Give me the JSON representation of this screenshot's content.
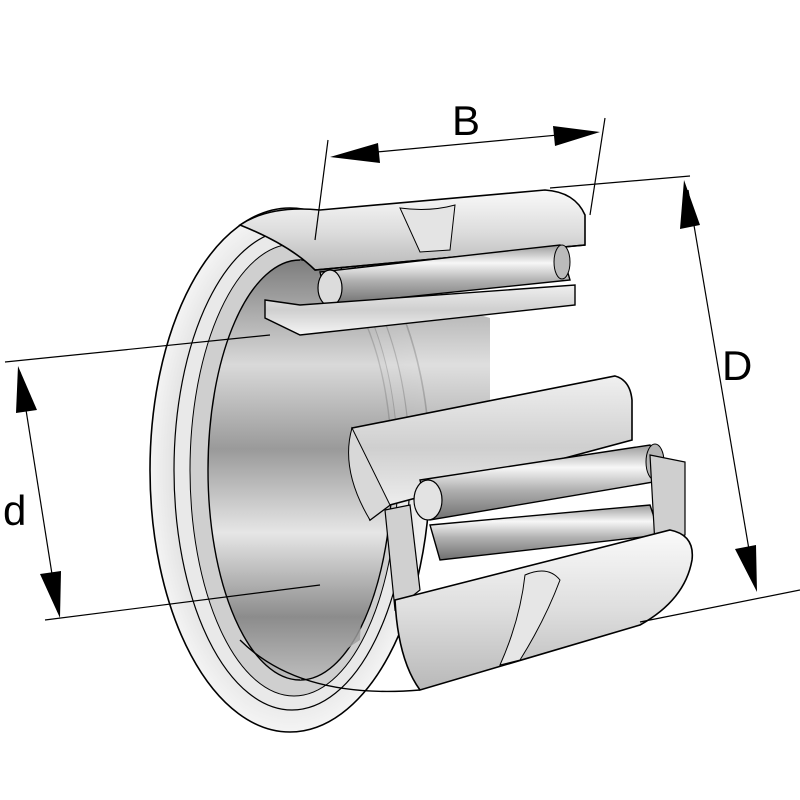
{
  "diagram": {
    "dimension_labels": {
      "width": "B",
      "outer_diameter": "D",
      "bore_diameter": "d"
    }
  },
  "colors": {
    "line": "#000000",
    "steel_light": "#f2f2f2",
    "steel_mid": "#c8c8c8",
    "steel_dark": "#8a8a8a",
    "background": "#ffffff"
  }
}
